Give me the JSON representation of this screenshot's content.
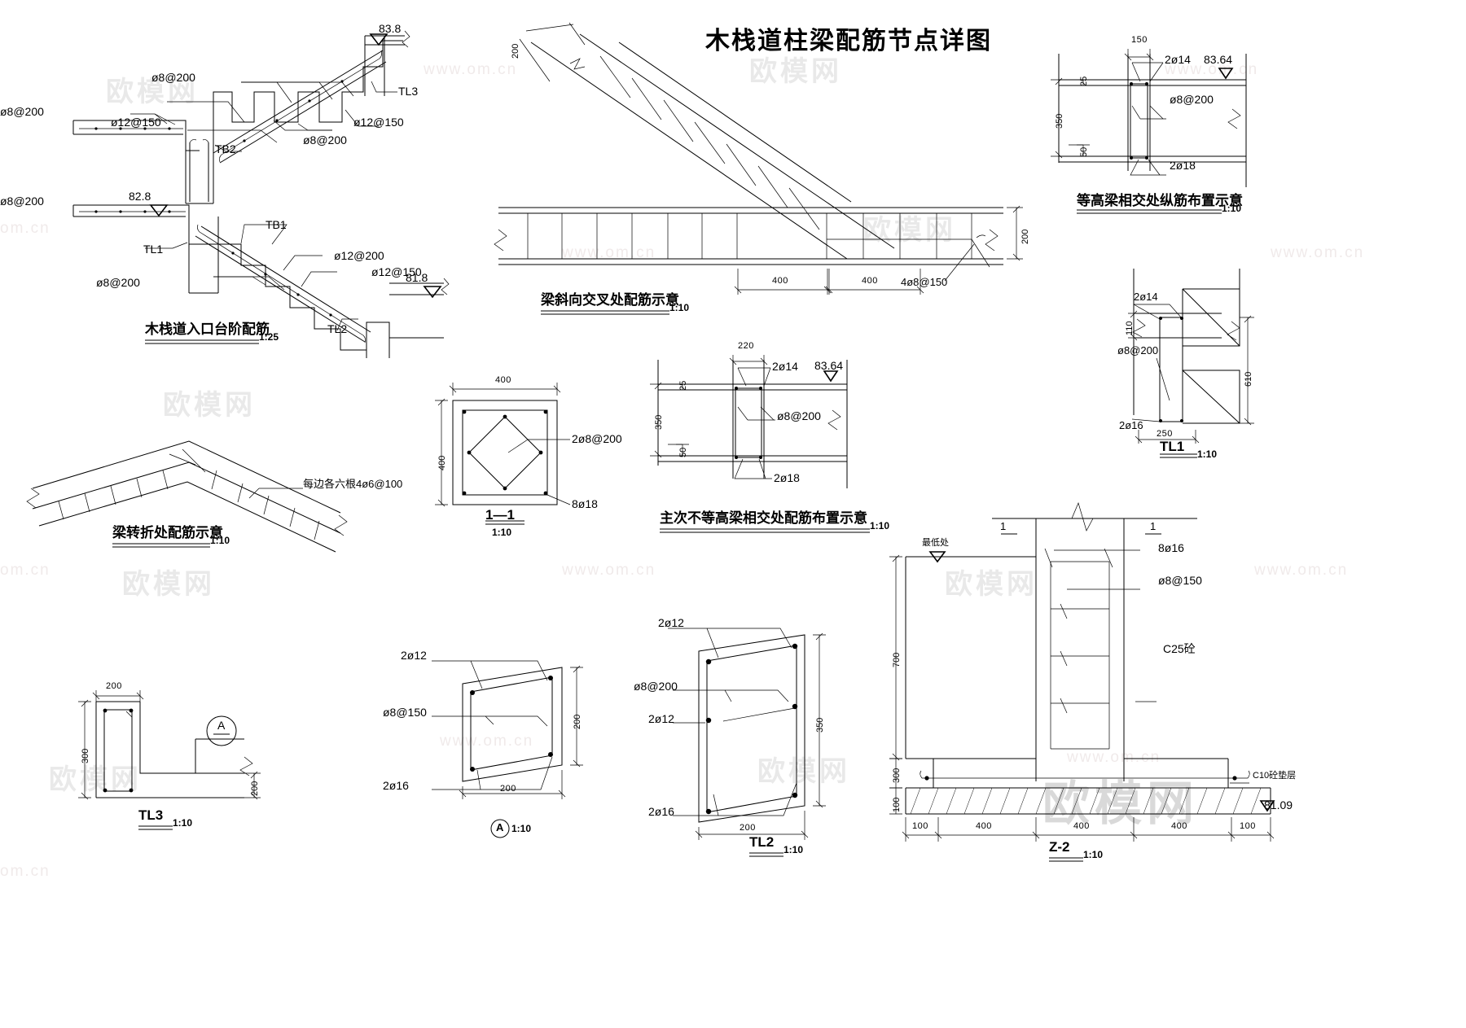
{
  "sheet": {
    "title": "木栈道柱梁配筋节点详图",
    "watermark_cn": "欧模网",
    "watermark_url": "www.om.cn"
  },
  "details": {
    "stair_entry": {
      "caption": "木栈道入口台阶配筋",
      "scale": "1:25",
      "labels": {
        "slab_stirrup_top": "ø8@200",
        "slab_main_top": "ø12@150",
        "upper_stirrup": "ø8@200",
        "upper_incline_main": "ø12@150",
        "upper_incline_stirrup": "ø8@200",
        "beam_tb2": "TB2",
        "beam_tl3": "TL3",
        "elev_top": "83.8",
        "slab_stirrup_low": "ø8@200",
        "elev_mid": "82.8",
        "beam_tl1": "TL1",
        "beam_tb1": "TB1",
        "lower_stirrup": "ø8@200",
        "lower_main_200": "ø12@200",
        "lower_main_150": "ø12@150",
        "elev_bottom": "81.8",
        "beam_tl2": "TL2"
      }
    },
    "skew_cross": {
      "caption": "梁斜向交叉处配筋示意",
      "scale": "1:10",
      "labels": {
        "width_200": "200",
        "depth_200": "200",
        "span_a": "400",
        "span_b": "400",
        "extra_stirrups": "4ø8@150"
      }
    },
    "equal_beam_cross": {
      "caption": "等高梁相交处纵筋布置示意",
      "scale": "1:10",
      "labels": {
        "top_width": "150",
        "top_bars": "2ø14",
        "elevation": "83.64",
        "stirrup": "ø8@200",
        "bottom_bars": "2ø18",
        "depth": "350",
        "cover_top": "25",
        "cover_bottom": "50"
      }
    },
    "tl1": {
      "caption": "TL1",
      "scale": "1:10",
      "labels": {
        "top_bars": "2ø14",
        "stirrup": "ø8@200",
        "bottom_bars": "2ø16",
        "height_110": "110",
        "height_610": "610",
        "width_250": "250"
      }
    },
    "beam_bend": {
      "caption": "梁转折处配筋示意",
      "scale": "1:10",
      "labels": {
        "note": "每边各六根4ø6@100"
      }
    },
    "section_1_1": {
      "caption": "1—1",
      "scale": "1:10",
      "labels": {
        "width": "400",
        "height": "400",
        "tie_bars": "2ø8@200",
        "main_bars": "8ø18"
      }
    },
    "unequal_beam_cross": {
      "caption": "主次不等高梁相交处配筋布置示意",
      "scale": "1:10",
      "labels": {
        "top_width": "220",
        "top_bars": "2ø14",
        "elevation": "83.64",
        "stirrup": "ø8@200",
        "bottom_bars": "2ø18",
        "depth": "350",
        "cover_top": "25",
        "cover_bottom": "50"
      }
    },
    "tl3": {
      "caption": "TL3",
      "scale": "1:10",
      "labels": {
        "width": "200",
        "height": "300",
        "height2": "200",
        "detail_ref": "A"
      }
    },
    "section_a": {
      "caption": "A",
      "scale": "1:10",
      "labels": {
        "top_bars": "2ø12",
        "stirrup": "ø8@150",
        "bottom_bars": "2ø16",
        "width": "200",
        "height": "200"
      }
    },
    "tl2": {
      "caption": "TL2",
      "scale": "1:10",
      "labels": {
        "top_bars": "2ø12",
        "stirrup": "ø8@200",
        "mid_bars": "2ø12",
        "bottom_bars": "2ø16",
        "width": "200",
        "height": "350"
      }
    },
    "z2": {
      "caption": "Z-2",
      "scale": "1:10",
      "labels": {
        "lowest_point": "最低处",
        "column_main": "8ø16",
        "column_stirrup": "ø8@150",
        "concrete": "C25砼",
        "cushion": "C10砼垫层",
        "elevation": "81.09",
        "h700": "700",
        "h300": "300",
        "h100": "100",
        "w100a": "100",
        "w400a": "400",
        "w400b": "400",
        "w400c": "400",
        "w100b": "100",
        "mark_left": "1",
        "mark_right": "1"
      }
    }
  }
}
